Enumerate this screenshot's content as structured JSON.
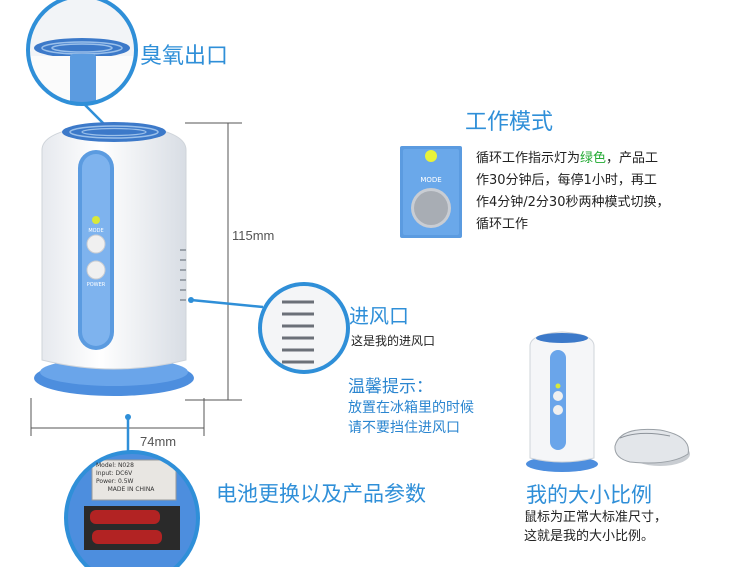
{
  "labels": {
    "ozone_outlet": "臭氧出口",
    "work_mode": "工作模式",
    "air_inlet": "进风口",
    "air_inlet_desc": "这是我的进风口",
    "tip_title": "温馨提示：",
    "tip_line1": "放置在冰箱里的时候",
    "tip_line2": "请不要挡住进风口",
    "battery": "电池更换以及产品参数",
    "size_title": "我的大小比例",
    "size_line1": "鼠标为正常大标准尺寸，",
    "size_line2": "这就是我的大小比例。"
  },
  "dimensions": {
    "height": "115mm",
    "width": "74mm"
  },
  "mode": {
    "line1_a": "循环工作指示灯为",
    "line1_green": "绿色",
    "line1_b": "，产品工",
    "line2": "作30分钟后，每停1小时，再工",
    "line3": "作4分钟/2分30秒两种模式切换，",
    "line4": "循环工作",
    "button_label": "MODE"
  },
  "device": {
    "mode_label": "MODE",
    "power_label": "POWER"
  },
  "battery_label": {
    "line1": "Model: N028",
    "line2": "Input: DC6V",
    "line3": "Power: 0.5W",
    "line4": "MADE IN CHINA"
  },
  "colors": {
    "accent": "#2f8fd8",
    "green": "#22aa33",
    "device_blue": "#5b9be0"
  }
}
